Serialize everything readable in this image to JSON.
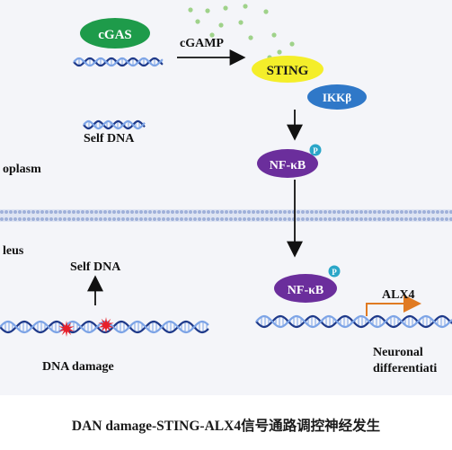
{
  "labels": {
    "cgas": "cGAS",
    "cgamp": "cGAMP",
    "sting": "STING",
    "ikkb": "IKKβ",
    "nfkb_top": "NF-κB",
    "nfkb_bottom": "NF-κB",
    "phospho_top": "P",
    "phospho_bottom": "P",
    "self_dna_cytoplasm": "Self DNA",
    "self_dna_nucleus": "Self DNA",
    "cytoplasm": "oplasm",
    "nucleus": "leus",
    "alx4": "ALX4",
    "neuronal_line1": "Neuronal",
    "neuronal_line2": "differentiati",
    "dna_damage": "DNA damage"
  },
  "caption": "DAN damage-STING-ALX4信号通路调控神经发生",
  "colors": {
    "cgas": "#1e9b4a",
    "sting": "#f4ee2a",
    "ikkb": "#2f78c8",
    "nfkb": "#6b2e9c",
    "phospho": "#2aa6c8",
    "dna_dark": "#1f3a8a",
    "dna_light": "#7da4e6",
    "membrane": "#9fb0d9",
    "damage": "#e8202a",
    "alx4_arrow": "#e07a22",
    "cgamp_dots": "#9fd28a"
  }
}
